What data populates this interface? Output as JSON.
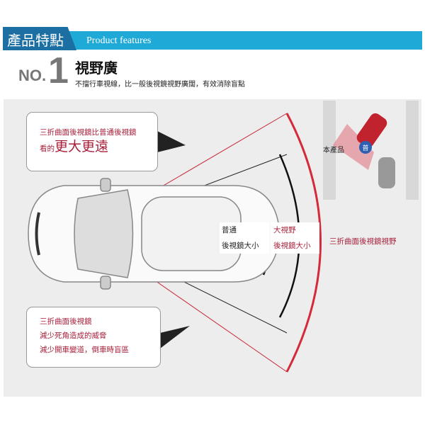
{
  "header": {
    "title_cn": "產品特點",
    "title_en": "Product features"
  },
  "feature": {
    "number_prefix": "NO.",
    "number": "1",
    "title": "視野廣",
    "subtitle": "不擋行車視線，比一般後視鏡視野廣闊，有效消除盲點"
  },
  "callout_top": {
    "line1": "三折曲面後視鏡比普通後視鏡",
    "prefix": "看的",
    "emphasis": "更大更遠"
  },
  "callout_bottom": {
    "lines": [
      "三折曲面後視鏡",
      "減少死角造成的威脅",
      "減少開車變道，倒車時盲區"
    ]
  },
  "labels": {
    "normal": [
      "普通",
      "後視鏡大小"
    ],
    "wide": [
      "大視野",
      "後視鏡大小"
    ],
    "three_fold": "三折曲面後視鏡視野",
    "this_product": "本產品",
    "badge": "普"
  },
  "colors": {
    "banner": "#1fa9d6",
    "banner_dark": "#1b6fa3",
    "accent_red": "#a8203a",
    "panel": "#ededed"
  }
}
